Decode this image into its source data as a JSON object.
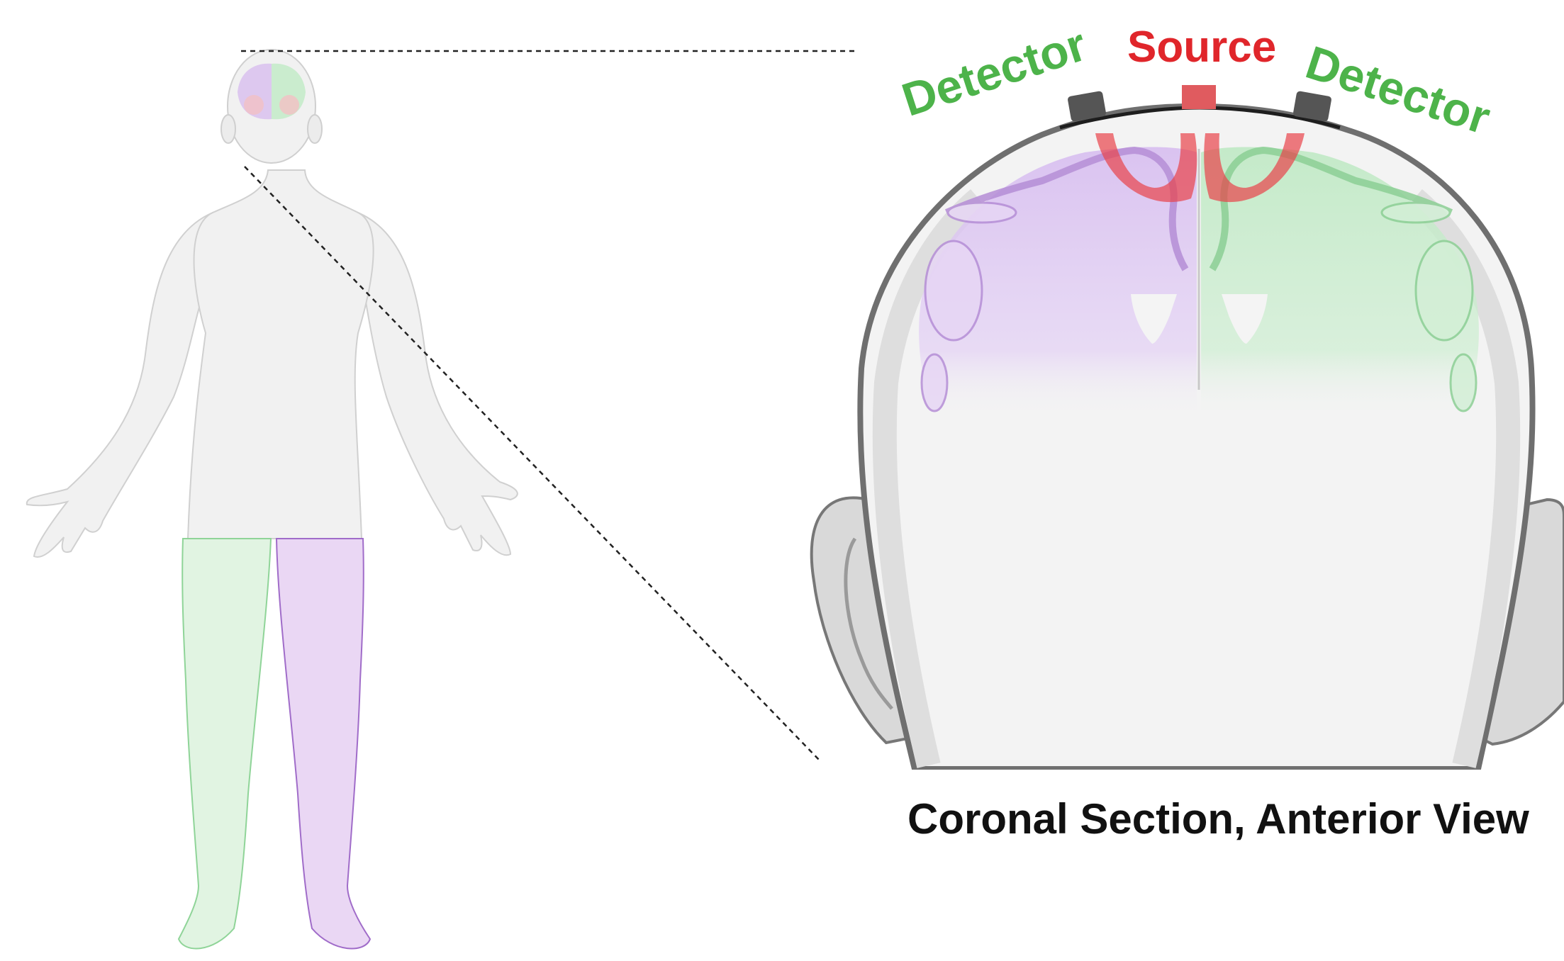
{
  "labels": {
    "detector_left": "Detector",
    "source": "Source",
    "detector_right": "Detector",
    "caption": "Coronal Section, Anterior View"
  },
  "colors": {
    "detector": "#4db34a",
    "source": "#e0262b",
    "caption": "#111111",
    "left_hemisphere": "#c9a9e6",
    "right_hemisphere": "#a9e0b0",
    "light_path": "#e8434a",
    "probe": "#555555"
  },
  "icons": [
    "human-body-icon",
    "head-coronal-section-icon",
    "ear-icon",
    "homunculus-icon"
  ]
}
